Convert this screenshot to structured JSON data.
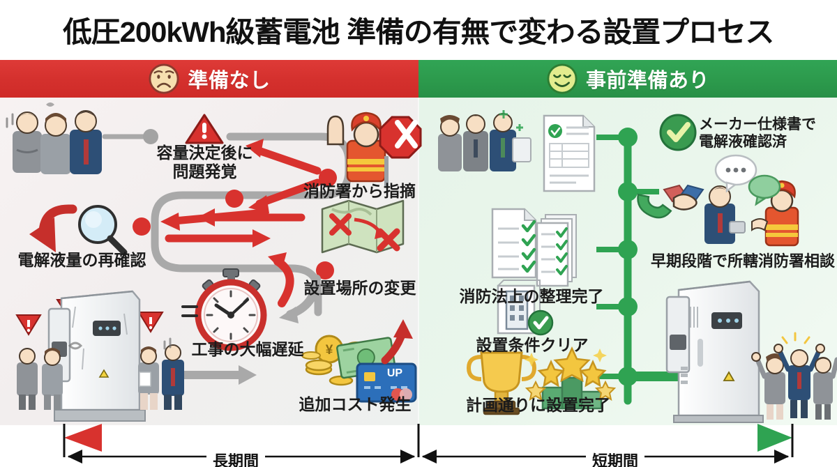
{
  "title": "低圧200kWh級蓄電池 準備の有無で変わる設置プロセス",
  "colors": {
    "red_header": "#d4302d",
    "green_header": "#2c9a4c",
    "red_accent": "#d8322e",
    "green_accent": "#2fa352",
    "gray_path": "#a9a9a9",
    "left_bg": "#f3eeee",
    "right_bg": "#e9f5ea"
  },
  "headers": {
    "left": {
      "label": "準備なし",
      "icon": "worried-face-icon"
    },
    "right": {
      "label": "事前準備あり",
      "icon": "smiling-face-icon"
    }
  },
  "left_panel": {
    "steps": [
      {
        "id": "meeting",
        "icon": "worried-people-icon",
        "label": ""
      },
      {
        "id": "problem",
        "icon": "warning-triangle-icon",
        "label": "容量決定後に\n問題発覚"
      },
      {
        "id": "fire-dept",
        "icon": "firefighter-stop-icon",
        "label": "消防署から指摘"
      },
      {
        "id": "recheck",
        "icon": "magnifier-rework-icon",
        "label": "電解液量の再確認"
      },
      {
        "id": "relocate",
        "icon": "map-relocate-icon",
        "label": "設置場所の変更"
      },
      {
        "id": "delay",
        "icon": "stopwatch-icon",
        "label": "工事の大幅遅延"
      },
      {
        "id": "extra-cost",
        "icon": "money-up-icon",
        "label": "追加コスト発生"
      },
      {
        "id": "damaged-unit",
        "icon": "battery-cabinet-trouble-icon",
        "label": ""
      }
    ],
    "problem_lines": [
      "容量決定後に",
      "問題発覚"
    ],
    "cost_card_text": "UP",
    "duration": "長期間",
    "duration_direction": "left"
  },
  "right_panel": {
    "steps": [
      {
        "id": "team-docs",
        "icon": "team-checklist-icon",
        "label": ""
      },
      {
        "id": "spec-check",
        "icon": "green-check-circle-icon",
        "label": "メーカー仕様書で\n電解液確認済"
      },
      {
        "id": "consult",
        "icon": "handshake-phone-firefighter-icon",
        "label": "早期段階で所轄消防署相談"
      },
      {
        "id": "law-clear",
        "icon": "checklist-documents-icon",
        "label": "消防法上の整理完了"
      },
      {
        "id": "site-clear",
        "icon": "building-check-icon",
        "label": "設置条件クリア"
      },
      {
        "id": "done",
        "icon": "trophy-stars-icon",
        "label": "計画通りに設置完了"
      },
      {
        "id": "installed",
        "icon": "battery-cabinet-success-icon",
        "label": ""
      }
    ],
    "spec_lines": [
      "メーカー仕様書で",
      "電解液確認済"
    ],
    "duration": "短期間",
    "duration_direction": "right"
  }
}
